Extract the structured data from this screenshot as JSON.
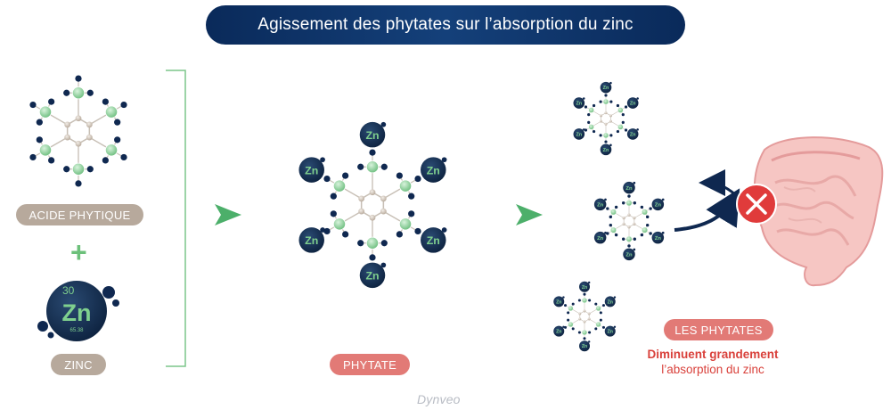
{
  "title": "Agissement des phytates sur l’absorption du zinc",
  "labels": {
    "acide_phytique": "ACIDE PHYTIQUE",
    "zinc": "ZINC",
    "phytate": "PHYTATE",
    "les_phytates": "LES PHYTATES"
  },
  "plus_sign": "+",
  "zinc_element": {
    "atomic_number": "30",
    "symbol": "Zn",
    "mass": "65.38"
  },
  "caption": {
    "line1": "Diminuent grandement",
    "line2": "l’absorption du zinc"
  },
  "brand": "Dynveo",
  "colors": {
    "navy": "#0f2850",
    "green_atom": "#8fd29a",
    "carbon": "#cfc4b8",
    "arrow_green": "#4caf6a",
    "red_x": "#e03b3b",
    "intestine": "#f4b8b8"
  },
  "icons": [
    "green-arrow-icon",
    "blocked-x-icon",
    "intestine-icon",
    "curved-arrow-icon"
  ]
}
